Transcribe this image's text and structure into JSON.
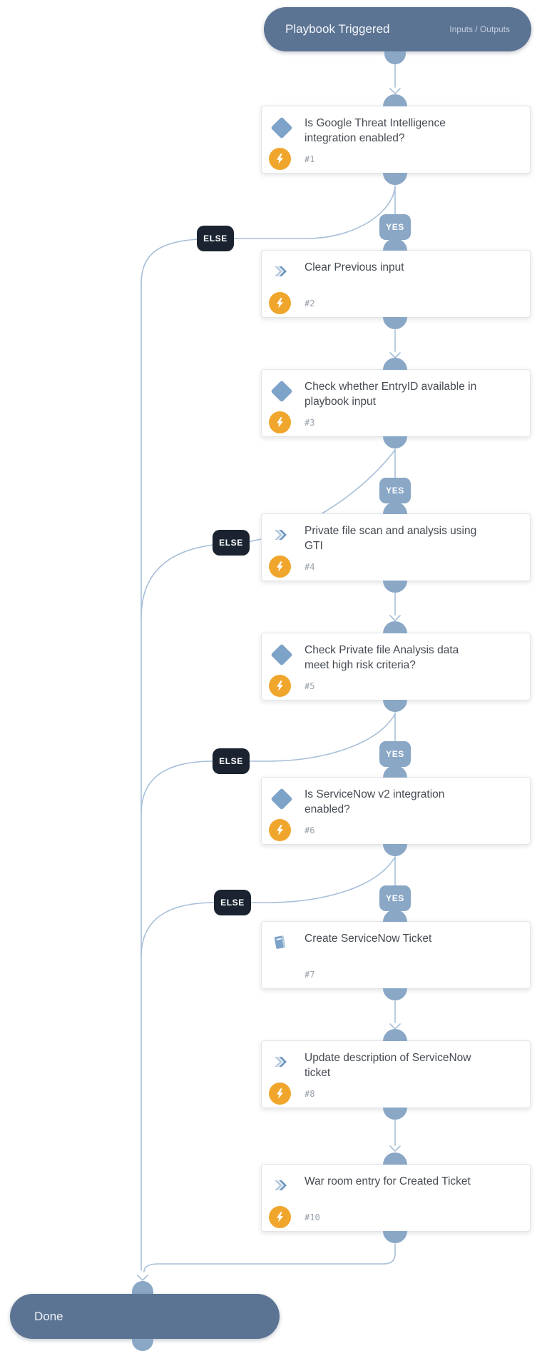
{
  "diagram": {
    "start": {
      "label": "Playbook Triggered",
      "link_label": "Inputs / Outputs"
    },
    "end": {
      "label": "Done"
    },
    "labels": {
      "yes": "YES",
      "else": "ELSE"
    },
    "colors": {
      "pill": "#5c7493",
      "connector": "#8aa7c6",
      "edge_line": "#a8bfd8",
      "yes_badge": "#8aa7c6",
      "else_badge": "#1b2330",
      "condition_icon": "#7ea3c8",
      "task_icon": "#6f98c0",
      "automation_icon": "#f0a62c",
      "card_title": "#454b53",
      "task_number": "#98a0a9"
    },
    "nodes": [
      {
        "number": "#1",
        "title": "Is Google Threat Intelligence integration enabled?",
        "type": "condition",
        "icon": "diamond-icon",
        "automation": true
      },
      {
        "number": "#2",
        "title": "Clear Previous input",
        "type": "task",
        "icon": "chevrons-icon",
        "automation": true
      },
      {
        "number": "#3",
        "title": "Check whether EntryID available in playbook input",
        "type": "condition",
        "icon": "diamond-icon",
        "automation": true
      },
      {
        "number": "#4",
        "title": "Private file scan and analysis using GTI",
        "type": "task",
        "icon": "chevrons-icon",
        "automation": true
      },
      {
        "number": "#5",
        "title": "Check Private file Analysis data meet high risk criteria?",
        "type": "condition",
        "icon": "diamond-icon",
        "automation": true
      },
      {
        "number": "#6",
        "title": "Is ServiceNow v2 integration enabled?",
        "type": "condition",
        "icon": "diamond-icon",
        "automation": true
      },
      {
        "number": "#7",
        "title": "Create ServiceNow Ticket",
        "type": "task",
        "icon": "book-icon",
        "automation": false
      },
      {
        "number": "#8",
        "title": "Update description of ServiceNow ticket",
        "type": "task",
        "icon": "chevrons-icon",
        "automation": true
      },
      {
        "number": "#10",
        "title": "War room entry for Created Ticket",
        "type": "task",
        "icon": "chevrons-icon",
        "automation": true
      }
    ]
  }
}
